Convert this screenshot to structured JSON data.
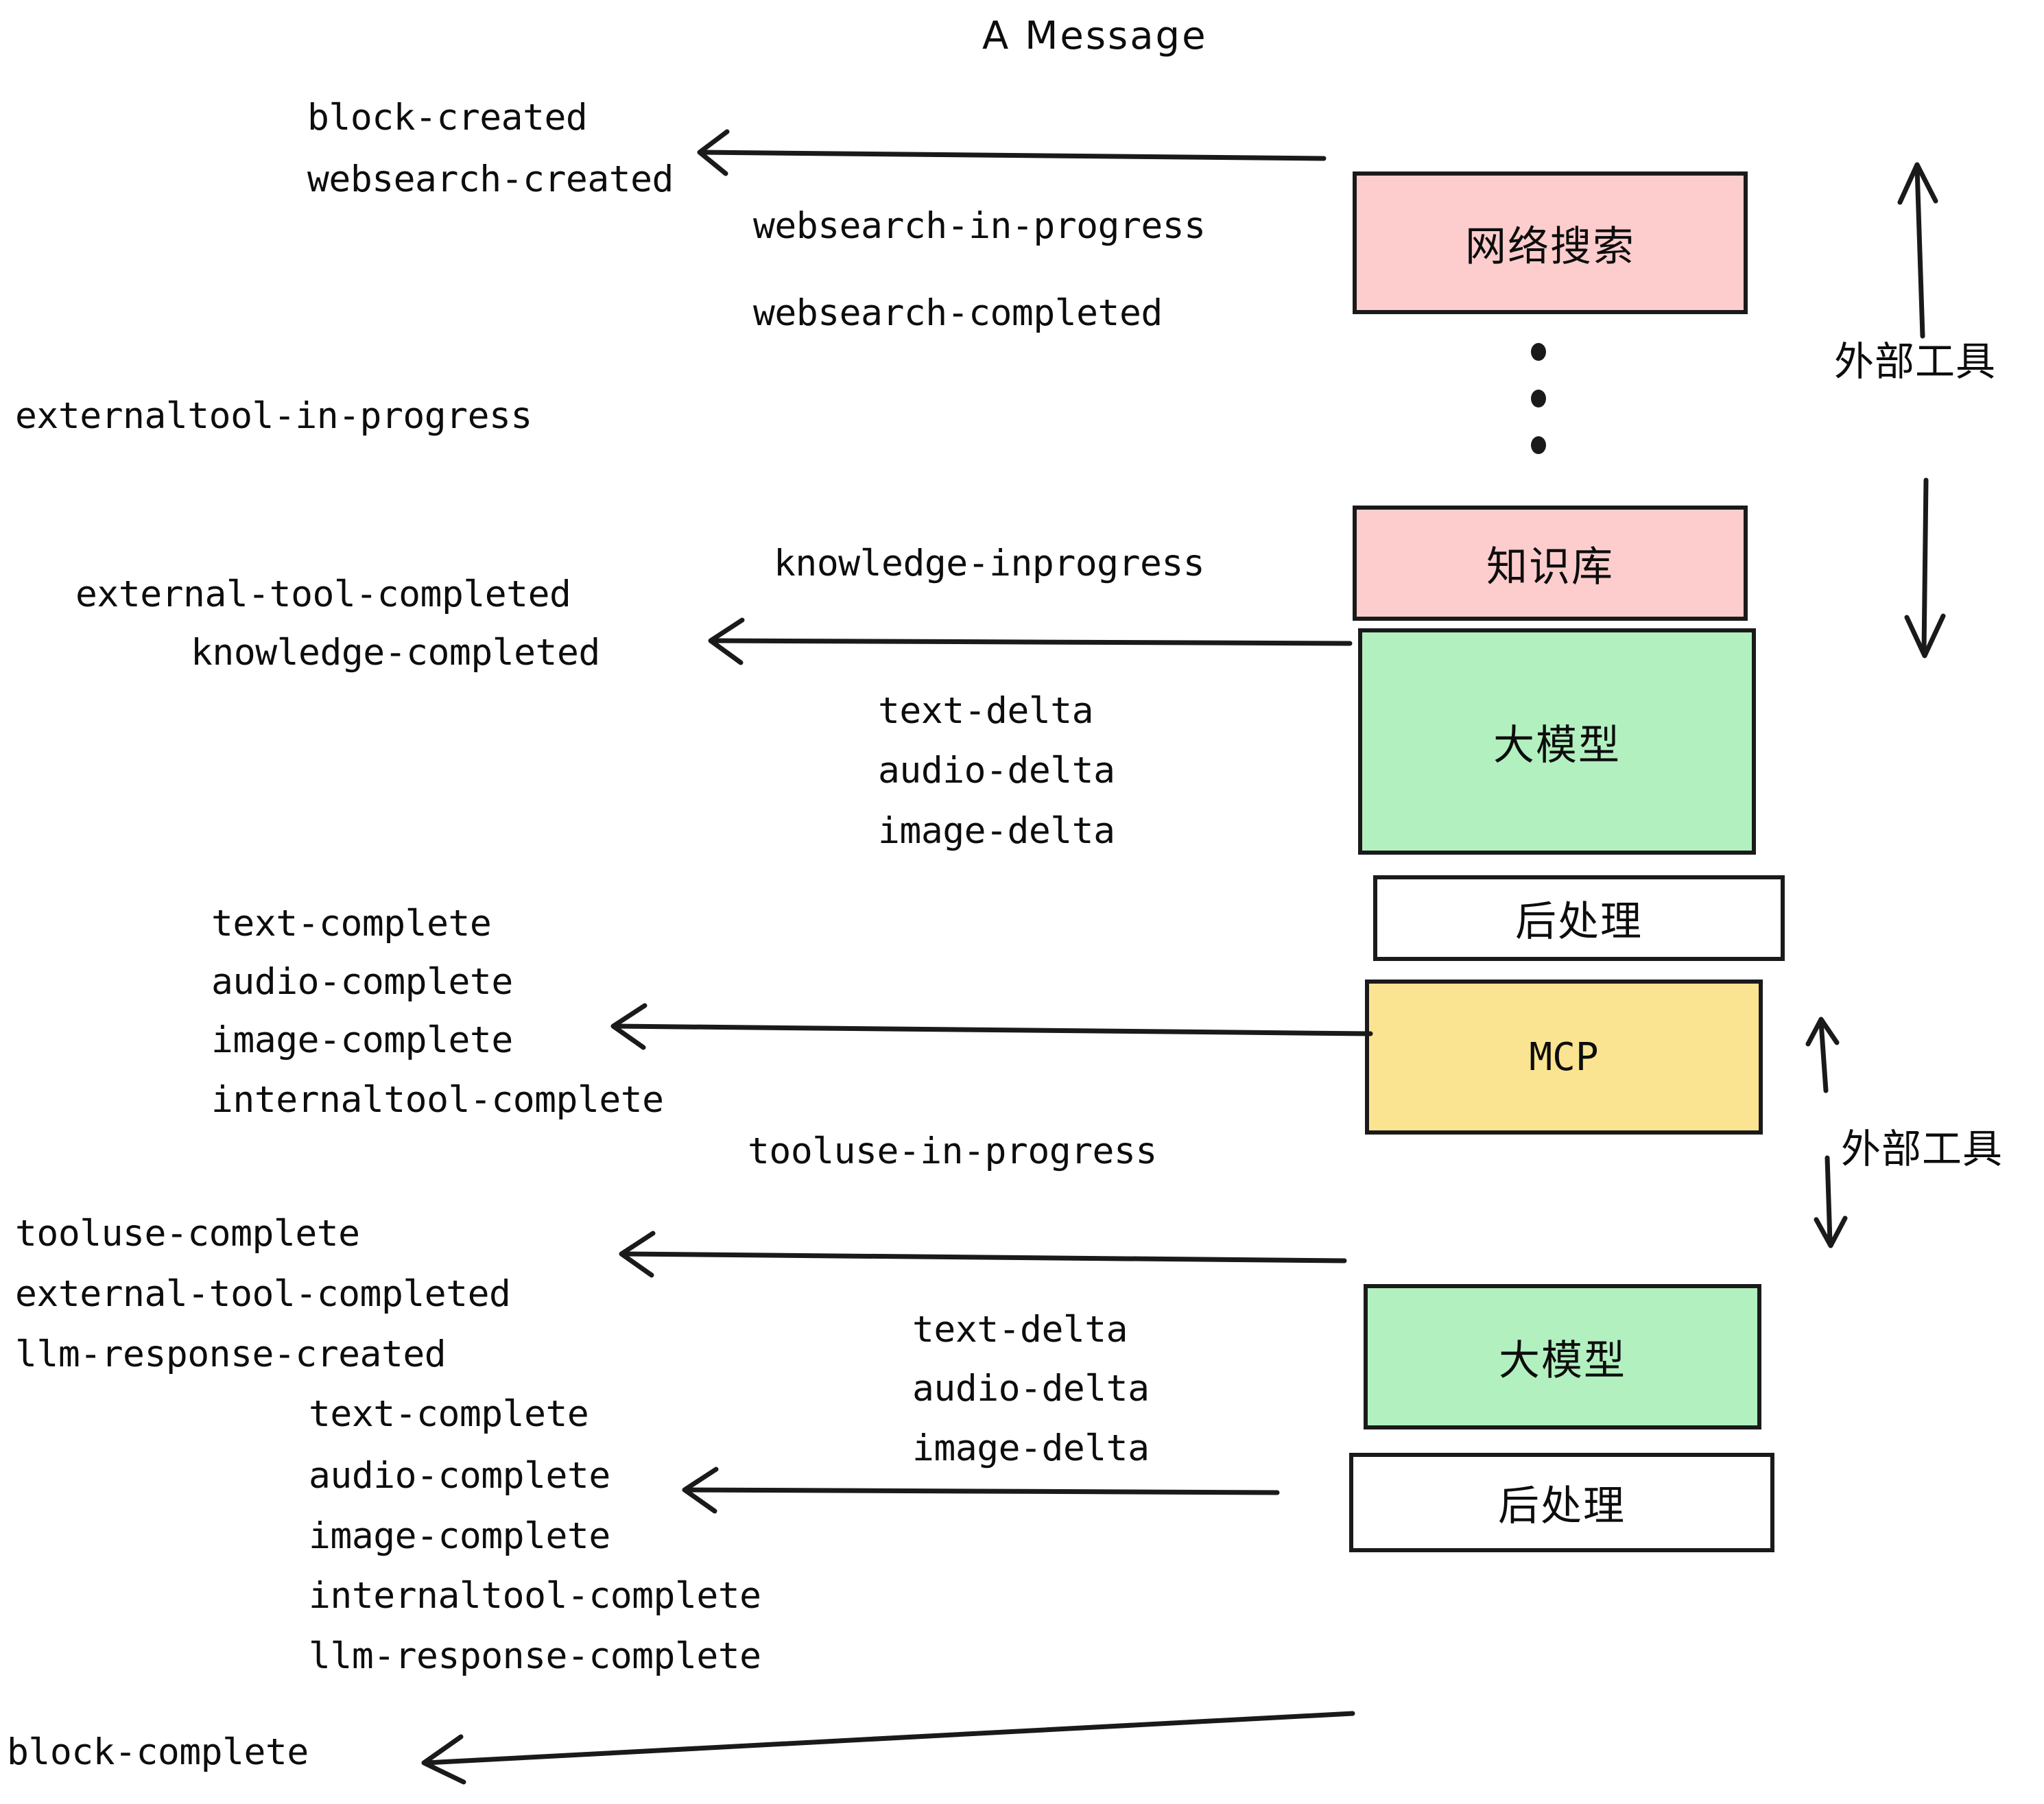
{
  "title": "A Message",
  "events": {
    "block_created": "block-created",
    "websearch_created": "websearch-created",
    "websearch_in_progress": "websearch-in-progress",
    "websearch_completed": "websearch-completed",
    "externaltool_in_progress": "externaltool-in-progress",
    "knowledge_inprogress": "knowledge-inprogress",
    "external_tool_completed": "external-tool-completed",
    "knowledge_completed": "knowledge-completed",
    "text_delta": "text-delta",
    "audio_delta": "audio-delta",
    "image_delta": "image-delta",
    "text_complete": "text-complete",
    "audio_complete": "audio-complete",
    "image_complete": "image-complete",
    "internaltool_complete": "internaltool-complete",
    "tooluse_in_progress": "tooluse-in-progress",
    "tooluse_complete": "tooluse-complete",
    "external_tool_completed_2": "external-tool-completed",
    "llm_response_created": "llm-response-created",
    "text_complete_2": "text-complete",
    "audio_complete_2": "audio-complete",
    "image_complete_2": "image-complete",
    "internaltool_complete_2": "internaltool-complete",
    "llm_response_complete": "llm-response-complete",
    "block_complete": "block-complete",
    "text_delta_2": "text-delta",
    "audio_delta_2": "audio-delta",
    "image_delta_2": "image-delta"
  },
  "boxes": {
    "websearch": "网络搜索",
    "knowledge": "知识库",
    "llm": "大模型",
    "postprocess": "后处理",
    "mcp": "MCP",
    "llm2": "大模型",
    "postprocess2": "后处理"
  },
  "side_labels": {
    "external_tool_top": "外部工具",
    "external_tool_bottom": "外部工具"
  },
  "colors": {
    "pink": "#fdcdcd",
    "green": "#b2f0c0",
    "yellow": "#fbe491",
    "white": "#ffffff",
    "stroke": "#1a1a1a",
    "text": "#0d0d0d"
  }
}
